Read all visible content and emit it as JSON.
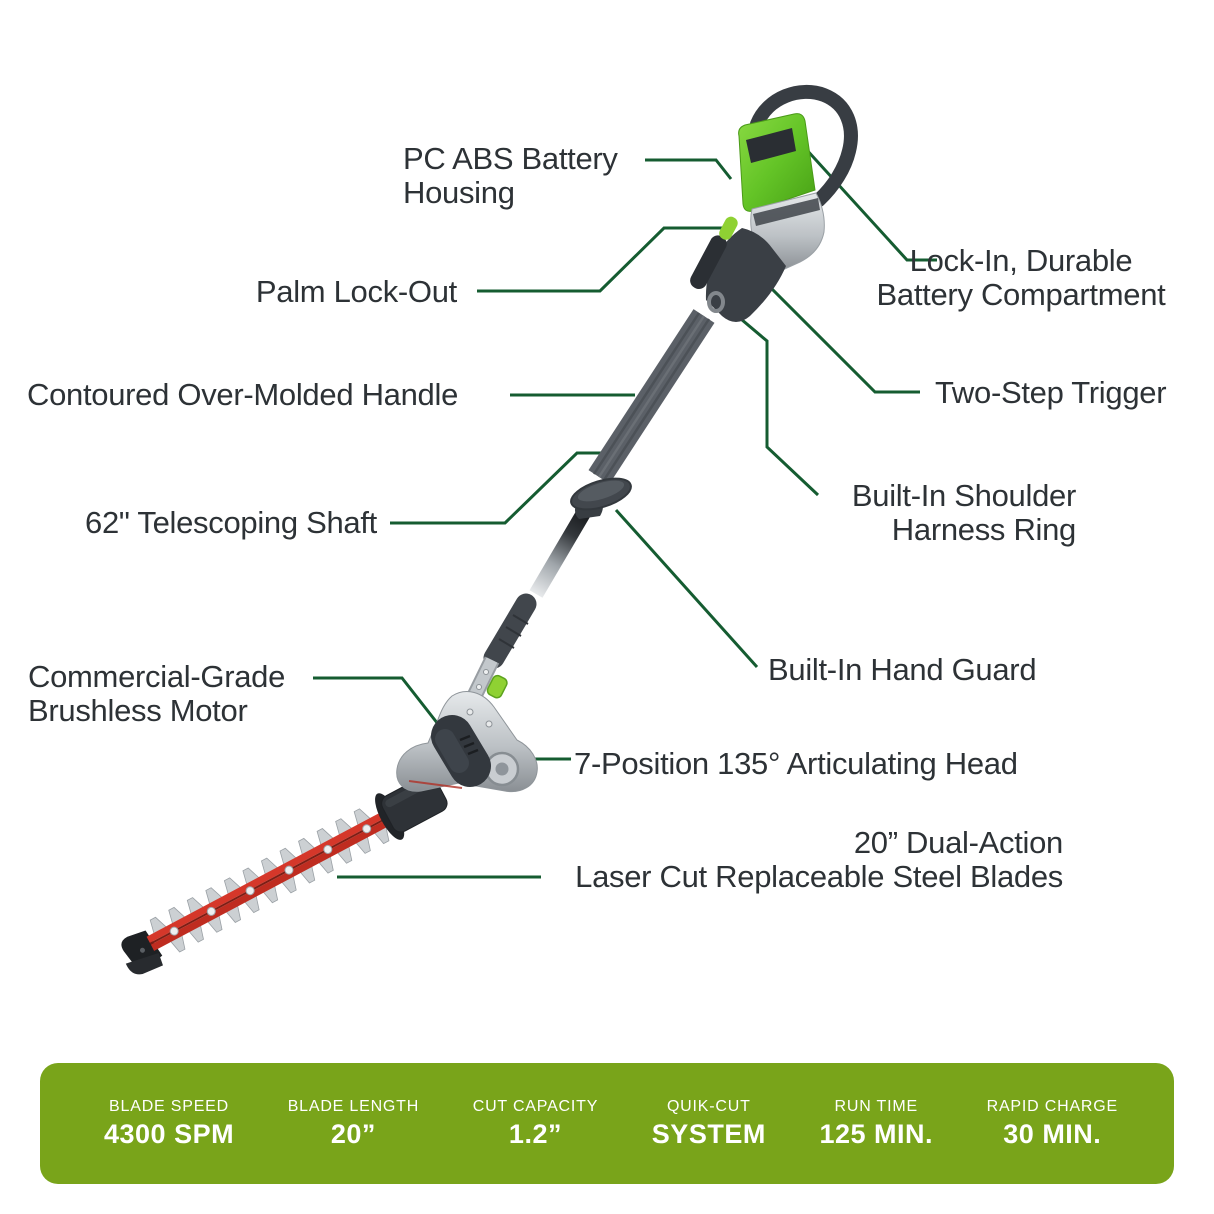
{
  "colors": {
    "background": "#ffffff",
    "leader_line": "#155c31",
    "label_text": "#2d3236",
    "banner_bg": "#79a41a",
    "banner_text": "#ffffff",
    "brand_green": "#6cc327",
    "accent_green_button": "#8fd133",
    "blade_red": "#d5372a",
    "dark_gray": "#33383e",
    "silver": "#c3c8cc"
  },
  "callouts": [
    {
      "id": "battery-housing",
      "lines": [
        "PC ABS Battery",
        "Housing"
      ]
    },
    {
      "id": "palm-lock-out",
      "lines": [
        "Palm Lock-Out"
      ]
    },
    {
      "id": "contoured-handle",
      "lines": [
        "Contoured Over-Molded Handle"
      ]
    },
    {
      "id": "telescoping-shaft",
      "lines": [
        "62\" Telescoping Shaft"
      ]
    },
    {
      "id": "brushless-motor",
      "lines": [
        "Commercial-Grade",
        "Brushless Motor"
      ]
    },
    {
      "id": "battery-compartment",
      "lines": [
        "Lock-In, Durable",
        "Battery Compartment"
      ]
    },
    {
      "id": "two-step-trigger",
      "lines": [
        "Two-Step Trigger"
      ]
    },
    {
      "id": "harness-ring",
      "lines": [
        "Built-In Shoulder",
        "Harness Ring"
      ]
    },
    {
      "id": "hand-guard",
      "lines": [
        "Built-In Hand Guard"
      ]
    },
    {
      "id": "articulating-head",
      "lines": [
        "7-Position 135° Articulating Head"
      ]
    },
    {
      "id": "steel-blades",
      "lines": [
        "20” Dual-Action",
        "Laser Cut Replaceable Steel Blades"
      ]
    }
  ],
  "banner": {
    "specs": [
      {
        "label": "BLADE SPEED",
        "value": "4300 SPM"
      },
      {
        "label": "BLADE LENGTH",
        "value": "20”"
      },
      {
        "label": "CUT CAPACITY",
        "value": "1.2”"
      },
      {
        "label": "QUIK-CUT",
        "value": "SYSTEM"
      },
      {
        "label": "RUN TIME",
        "value": "125 MIN."
      },
      {
        "label": "RAPID CHARGE",
        "value": "30 MIN."
      }
    ]
  }
}
